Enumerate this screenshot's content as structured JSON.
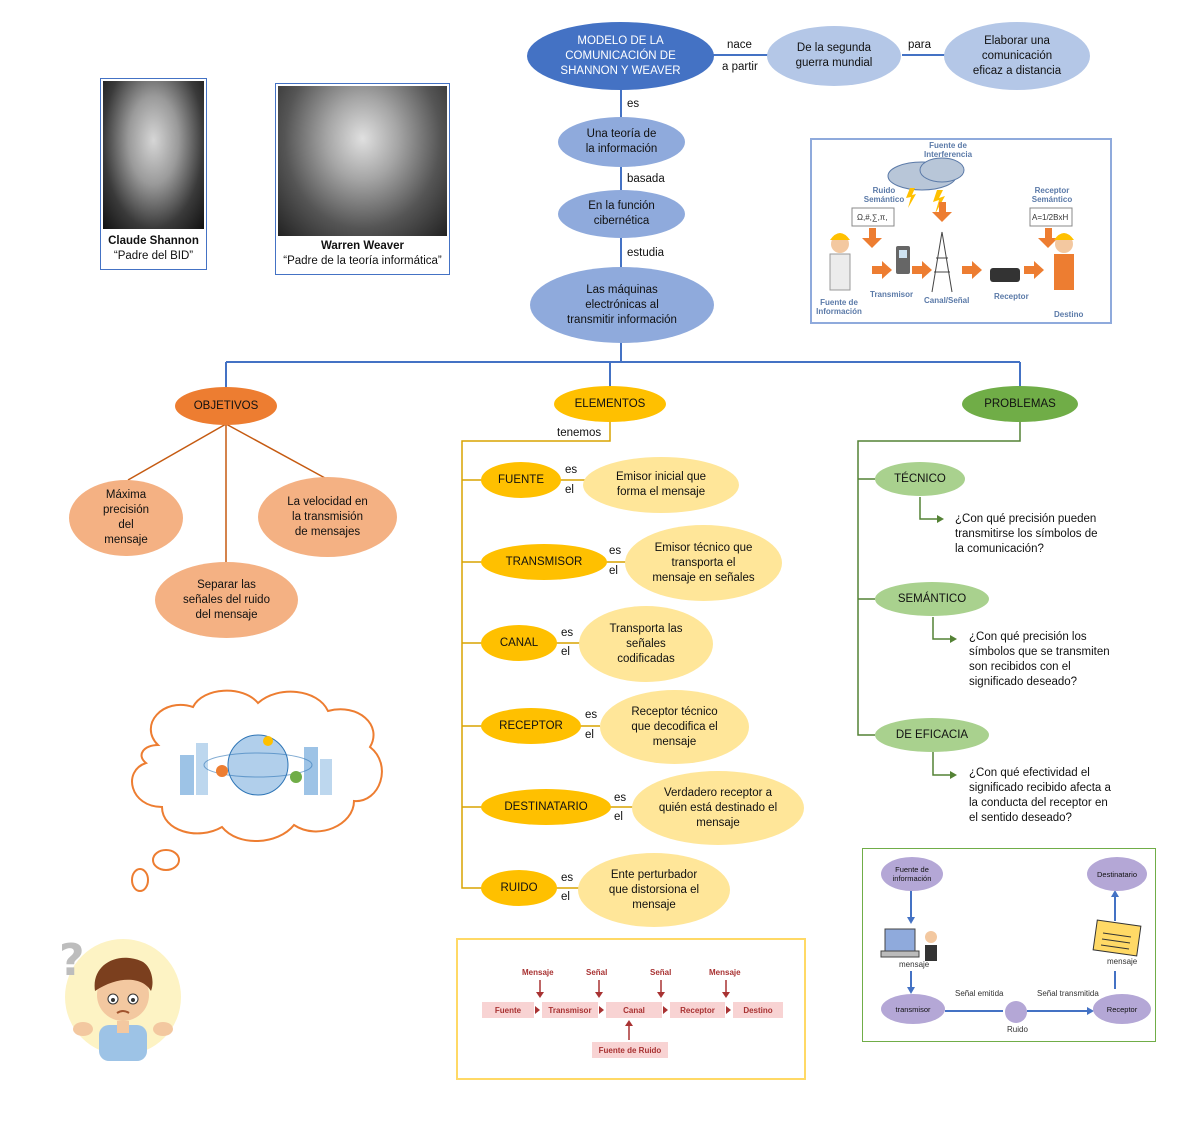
{
  "top": {
    "main": "MODELO DE LA COMUNICACIÓN DE SHANNON Y WEAVER",
    "nace": "nace",
    "a_partir": "a partir",
    "guerra": "De la segunda guerra mundial",
    "para": "para",
    "elaborar": "Elaborar una comunicación eficaz a distancia",
    "es": "es",
    "teoria": "Una teoría de la información",
    "basada": "basada",
    "funcion": "En la función cibernética",
    "estudia": "estudia",
    "maquinas": "Las máquinas electrónicas al transmitir información"
  },
  "people": {
    "shannon_name": "Claude Shannon",
    "shannon_title": "“Padre del BID”",
    "weaver_name": "Warren Weaver",
    "weaver_title": "“Padre de la teoría informática”"
  },
  "objetivos": {
    "title": "OBJETIVOS",
    "items": [
      "Máxima precisión del mensaje",
      "La velocidad en la transmisión de mensajes",
      "Separar las señales del ruido del mensaje"
    ]
  },
  "elementos": {
    "title": "ELEMENTOS",
    "tenemos": "tenemos",
    "es": "es",
    "el": "el",
    "items": [
      {
        "name": "FUENTE",
        "desc": "Emisor inicial que forma el mensaje"
      },
      {
        "name": "TRANSMISOR",
        "desc": "Emisor técnico que transporta el mensaje en señales"
      },
      {
        "name": "CANAL",
        "desc": "Transporta las señales codificadas"
      },
      {
        "name": "RECEPTOR",
        "desc": "Receptor técnico que decodifica el mensaje"
      },
      {
        "name": "DESTINATARIO",
        "desc": "Verdadero receptor a quién está destinado el mensaje"
      },
      {
        "name": "RUIDO",
        "desc": "Ente perturbador que distorsiona el mensaje"
      }
    ]
  },
  "problemas": {
    "title": "PROBLEMAS",
    "items": [
      {
        "name": "TÉCNICO",
        "q": "¿Con qué precisión pueden transmitirse los símbolos de la comunicación?"
      },
      {
        "name": "SEMÁNTICO",
        "q": "¿Con qué precisión los símbolos que se transmiten son recibidos con el significado deseado?"
      },
      {
        "name": "DE EFICACIA",
        "q": "¿Con qué efectividad el significado recibido afecta a la conducta del receptor en el sentido deseado?"
      }
    ]
  },
  "diagram1": {
    "interferencia": "Fuente de Interferencia",
    "ruido": "Ruido Semántico",
    "ruido_sym": "Ω,#,∑,π,",
    "receptor_sem": "Receptor Semántico",
    "receptor_sym": "A=1/2BxH",
    "fuente": "Fuente de Información",
    "transmisor": "Transmisor",
    "canal": "Canal/Señal",
    "receptor": "Receptor",
    "destino": "Destino"
  },
  "diagram2": {
    "boxes": [
      "Fuente",
      "Transmisor",
      "Canal",
      "Receptor",
      "Destino"
    ],
    "labels": [
      "Mensaje",
      "Señal",
      "Señal",
      "Mensaje"
    ],
    "ruido": "Fuente de Ruido"
  },
  "diagram3": {
    "fuente": "Fuente de información",
    "destinatario": "Destinatario",
    "mensaje1": "mensaje",
    "mensaje2": "mensaje",
    "transmisor": "transmisor",
    "senal_emitida": "Señal emitida",
    "ruido": "Ruido",
    "senal_transmitida": "Señal transmitida",
    "receptor": "Receptor"
  },
  "colors": {
    "blue_dark": "#4472c4",
    "blue": "#8faadc",
    "orange": "#ed7d31",
    "peach": "#f4b183",
    "yellow": "#ffc000",
    "yellow_light": "#ffe699",
    "green": "#70ad47",
    "green_light": "#a9d18e"
  }
}
